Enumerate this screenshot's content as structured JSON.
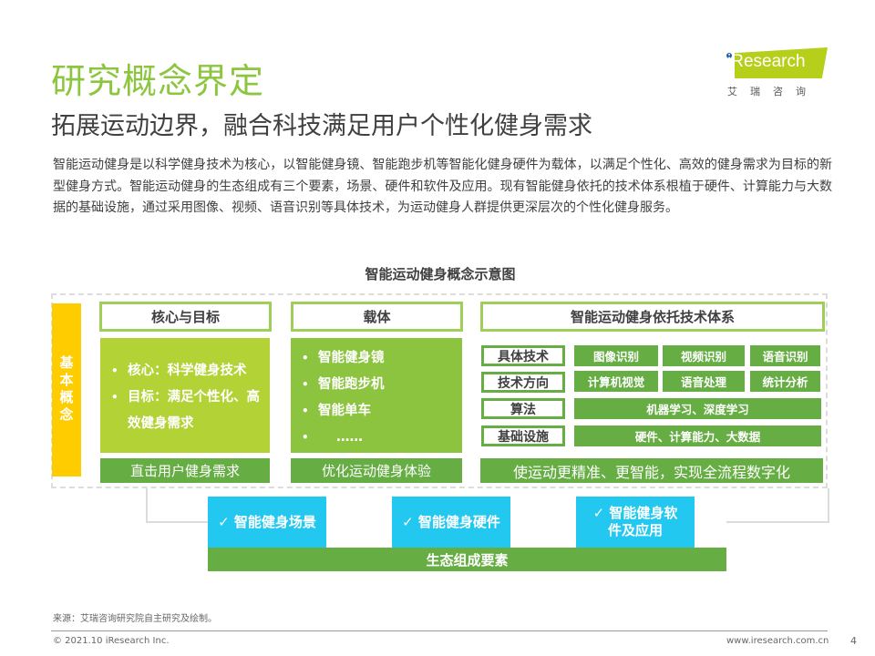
{
  "header": {
    "title": "研究概念界定",
    "subtitle": "拓展运动边界，融合科技满足用户个性化健身需求"
  },
  "logo": {
    "text": "iResearch",
    "cn": "艾瑞咨询"
  },
  "paragraph": "智能运动健身是以科学健身技术为核心，以智能健身镜、智能跑步机等智能化健身硬件为载体，以满足个性化、高效的健身需求为目标的新型健身方式。智能运动健身的生态组成有三个要素，场景、硬件和软件及应用。现有智能健身依托的技术体系根植于硬件、计算能力与大数据的基础设施，通过采用图像、视频、语音识别等具体技术，为运动健身人群提供更深层次的个性化健身服务。",
  "diagram": {
    "title": "智能运动健身概念示意图",
    "side_label": "基本概念",
    "col1": {
      "header": "核心与目标",
      "items": [
        "核心：科学健身技术",
        "目标：满足个性化、高效健身需求"
      ],
      "footer": "直击用户健身需求"
    },
    "col2": {
      "header": "载体",
      "items": [
        "智能健身镜",
        "智能跑步机",
        "智能单车",
        "……"
      ],
      "footer": "优化运动健身体验"
    },
    "col3": {
      "header": "智能运动健身依托技术体系",
      "rows": [
        {
          "label": "具体技术",
          "cells": [
            "图像识别",
            "视频识别",
            "语音识别"
          ]
        },
        {
          "label": "技术方向",
          "cells": [
            "计算机视觉",
            "语音处理",
            "统计分析"
          ]
        },
        {
          "label": "算法",
          "cells": [
            "机器学习、深度学习"
          ]
        },
        {
          "label": "基础设施",
          "cells": [
            "硬件、计算能力、大数据"
          ]
        }
      ],
      "footer": "使运动更精准、更智能，实现全流程数字化"
    },
    "eco": {
      "items": [
        "✓ 智能健身场景",
        "✓ 智能健身硬件",
        "✓ 智能健身软件及应用"
      ],
      "label": "生态组成要素"
    }
  },
  "colors": {
    "green": "#66ad44",
    "lime": "#b2d235",
    "mid_green": "#8cc43f",
    "yellow": "#ffcc00",
    "blue": "#22c8f0"
  },
  "footer": {
    "source": "来源：艾瑞咨询研究院自主研究及绘制。",
    "copyright": "© 2021.10 iResearch Inc.",
    "url": "www.iresearch.com.cn",
    "page": "4"
  }
}
